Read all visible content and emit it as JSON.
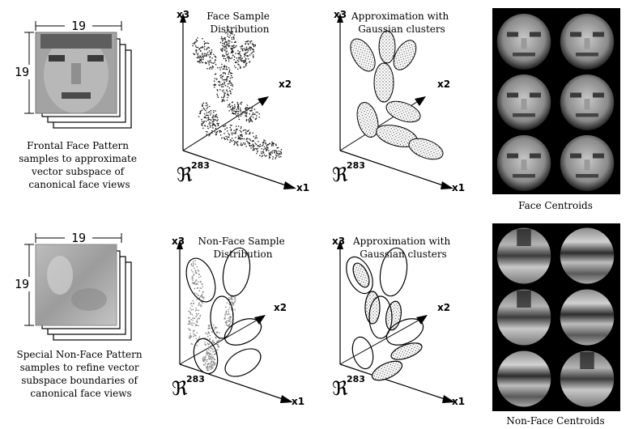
{
  "face_row": {
    "dim_width": "19",
    "dim_height": "19",
    "caption": [
      "Frontal  Face Pattern",
      "samples to approximate",
      "vector subspace of",
      "canonical face views"
    ],
    "dist_title": [
      "Face Sample",
      "Distribution"
    ],
    "approx_title": [
      "Approximation with",
      "Gaussian clusters"
    ],
    "centroids_label": "Face Centroids"
  },
  "nonface_row": {
    "dim_width": "19",
    "dim_height": "19",
    "caption": [
      "Special Non-Face Pattern",
      "samples to refine vector",
      "subspace boundaries of",
      "canonical face views"
    ],
    "dist_title": [
      "Non-Face Sample",
      "Distribution"
    ],
    "approx_title": [
      "Approximation with",
      "Gaussian clusters"
    ],
    "centroids_label": "Non-Face Centroids"
  },
  "axes": {
    "x1": "x1",
    "x2": "x2",
    "x3": "x3",
    "space_symbol": "ℜ",
    "space_dim": "283"
  }
}
